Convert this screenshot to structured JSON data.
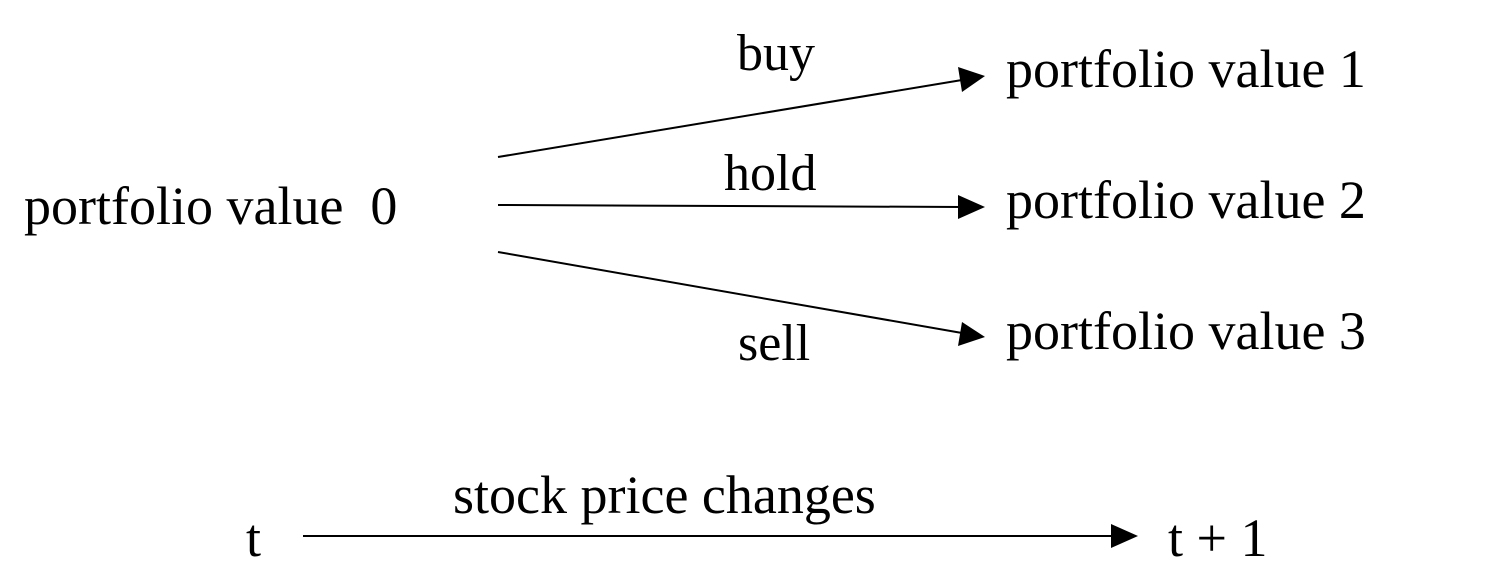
{
  "diagram": {
    "source_node": "portfolio value  0",
    "targets": [
      {
        "label": "portfolio value 1",
        "action": "buy"
      },
      {
        "label": "portfolio value 2",
        "action": "hold"
      },
      {
        "label": "portfolio value 3",
        "action": "sell"
      }
    ],
    "timeline": {
      "start": "t",
      "end": "t + 1",
      "label": "stock price changes"
    }
  }
}
